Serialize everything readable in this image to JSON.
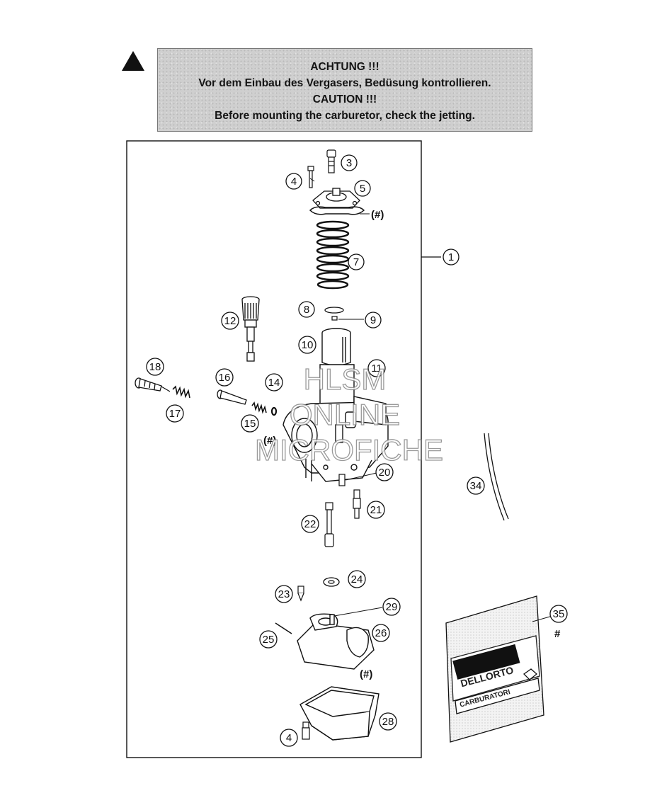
{
  "caution": {
    "line1": "ACHTUNG !!!",
    "line2": "Vor dem Einbau des Vergasers, Bedüsung kontrollieren.",
    "line3": "CAUTION !!!",
    "line4": "Before mounting the carburetor, check the jetting."
  },
  "callouts": [
    {
      "id": "1",
      "label": "1"
    },
    {
      "id": "3",
      "label": "3"
    },
    {
      "id": "4a",
      "label": "4"
    },
    {
      "id": "5",
      "label": "5"
    },
    {
      "id": "7",
      "label": "7"
    },
    {
      "id": "8",
      "label": "8"
    },
    {
      "id": "9",
      "label": "9"
    },
    {
      "id": "10",
      "label": "10"
    },
    {
      "id": "11",
      "label": "11"
    },
    {
      "id": "12",
      "label": "12"
    },
    {
      "id": "14",
      "label": "14"
    },
    {
      "id": "15",
      "label": "15"
    },
    {
      "id": "16",
      "label": "16"
    },
    {
      "id": "17",
      "label": "17"
    },
    {
      "id": "18",
      "label": "18"
    },
    {
      "id": "20",
      "label": "20"
    },
    {
      "id": "21",
      "label": "21"
    },
    {
      "id": "22",
      "label": "22"
    },
    {
      "id": "23",
      "label": "23"
    },
    {
      "id": "24",
      "label": "24"
    },
    {
      "id": "25",
      "label": "25"
    },
    {
      "id": "26",
      "label": "26"
    },
    {
      "id": "28",
      "label": "28"
    },
    {
      "id": "29",
      "label": "29"
    },
    {
      "id": "34",
      "label": "34"
    },
    {
      "id": "35",
      "label": "35"
    },
    {
      "id": "4b",
      "label": "4"
    }
  ],
  "hash_marks": {
    "gasket_top": "(#)",
    "seal_14": "(#)",
    "gasket_float": "(#)",
    "kit": "#"
  },
  "watermark": {
    "line1": "HLSM",
    "line2": "ONLINE",
    "line3": "MICROFICHE"
  },
  "kit_bag": {
    "brand": "DELLORTO",
    "label": "CARBURATORI"
  },
  "colors": {
    "caution_bg": "#cfcfcf",
    "line": "#111111",
    "watermark_stroke": "#888888"
  }
}
